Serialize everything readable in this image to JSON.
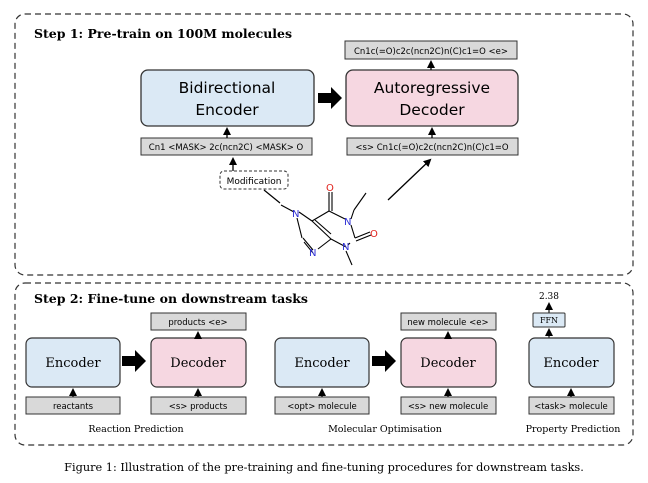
{
  "step1": {
    "title": "Step 1: Pre-train on 100M molecules",
    "encoder": {
      "line1": "Bidirectional",
      "line2": "Encoder"
    },
    "decoder": {
      "line1": "Autoregressive",
      "line2": "Decoder"
    },
    "encoder_input": "Cn1 <MASK> 2c(ncn2C) <MASK> O",
    "decoder_input": "<s> Cn1c(=O)c2c(ncn2C)n(C)c1=O",
    "decoder_output": "Cn1c(=O)c2c(ncn2C)n(C)c1=O <e>",
    "modification": "Modification"
  },
  "step2": {
    "title": "Step 2: Fine-tune on downstream tasks",
    "reaction": {
      "encoder": "Encoder",
      "decoder": "Decoder",
      "encoder_input": "reactants",
      "decoder_input": "<s> products",
      "decoder_output": "products <e>",
      "caption": "Reaction Prediction"
    },
    "optimisation": {
      "encoder": "Encoder",
      "decoder": "Decoder",
      "encoder_input": "<opt> molecule",
      "decoder_input": "<s> new molecule",
      "decoder_output": "new molecule <e>",
      "caption": "Molecular Optimisation"
    },
    "property": {
      "encoder": "Encoder",
      "encoder_input": "<task> molecule",
      "ffn": "FFN",
      "value": "2.38",
      "caption": "Property Prediction"
    }
  },
  "molecule": {
    "atoms": {
      "o1": "O",
      "o2": "O",
      "n1": "N",
      "n2": "N",
      "n3": "N",
      "n4": "N"
    }
  },
  "figure_caption": "Figure 1: Illustration of the pre-training and fine-tuning procedures for downstream tasks.",
  "colors": {
    "encoder_fill": "#dbe9f5",
    "decoder_fill": "#f6d7e1",
    "token_fill": "#d9d9d9",
    "ffn_fill": "#dbe9f5",
    "oxygen": "#e0201b",
    "nitrogen": "#2d2fd4",
    "border": "#333333"
  }
}
